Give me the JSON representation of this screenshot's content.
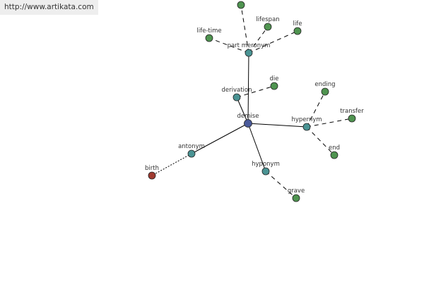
{
  "header": {
    "url": "http://www.artikata.com"
  },
  "colors": {
    "center": "#4a5a9a",
    "relation": "#4a9494",
    "leaf": "#4f9450",
    "antonym_leaf": "#a03a30"
  },
  "graph": {
    "center": {
      "id": "demise",
      "label": "demise"
    },
    "relations": [
      {
        "id": "partmeronym",
        "label": "part meronym",
        "leaves": [
          "unlabeled",
          "lifespan",
          "life",
          "life-time"
        ]
      },
      {
        "id": "derivation",
        "label": "derivation",
        "leaves": [
          "die"
        ]
      },
      {
        "id": "hypernym",
        "label": "hypernym",
        "leaves": [
          "ending",
          "transfer",
          "end"
        ]
      },
      {
        "id": "antonym",
        "label": "antonym",
        "leaves": [
          "birth"
        ]
      },
      {
        "id": "hyponym",
        "label": "hyponym",
        "leaves": [
          "grave"
        ]
      }
    ],
    "leaves": [
      {
        "id": "unlabeled",
        "label": ""
      },
      {
        "id": "lifespan",
        "label": "lifespan"
      },
      {
        "id": "life",
        "label": "life"
      },
      {
        "id": "life-time",
        "label": "life-time"
      },
      {
        "id": "die",
        "label": "die"
      },
      {
        "id": "ending",
        "label": "ending"
      },
      {
        "id": "transfer",
        "label": "transfer"
      },
      {
        "id": "end",
        "label": "end"
      },
      {
        "id": "birth",
        "label": "birth"
      },
      {
        "id": "grave",
        "label": "grave"
      }
    ]
  }
}
